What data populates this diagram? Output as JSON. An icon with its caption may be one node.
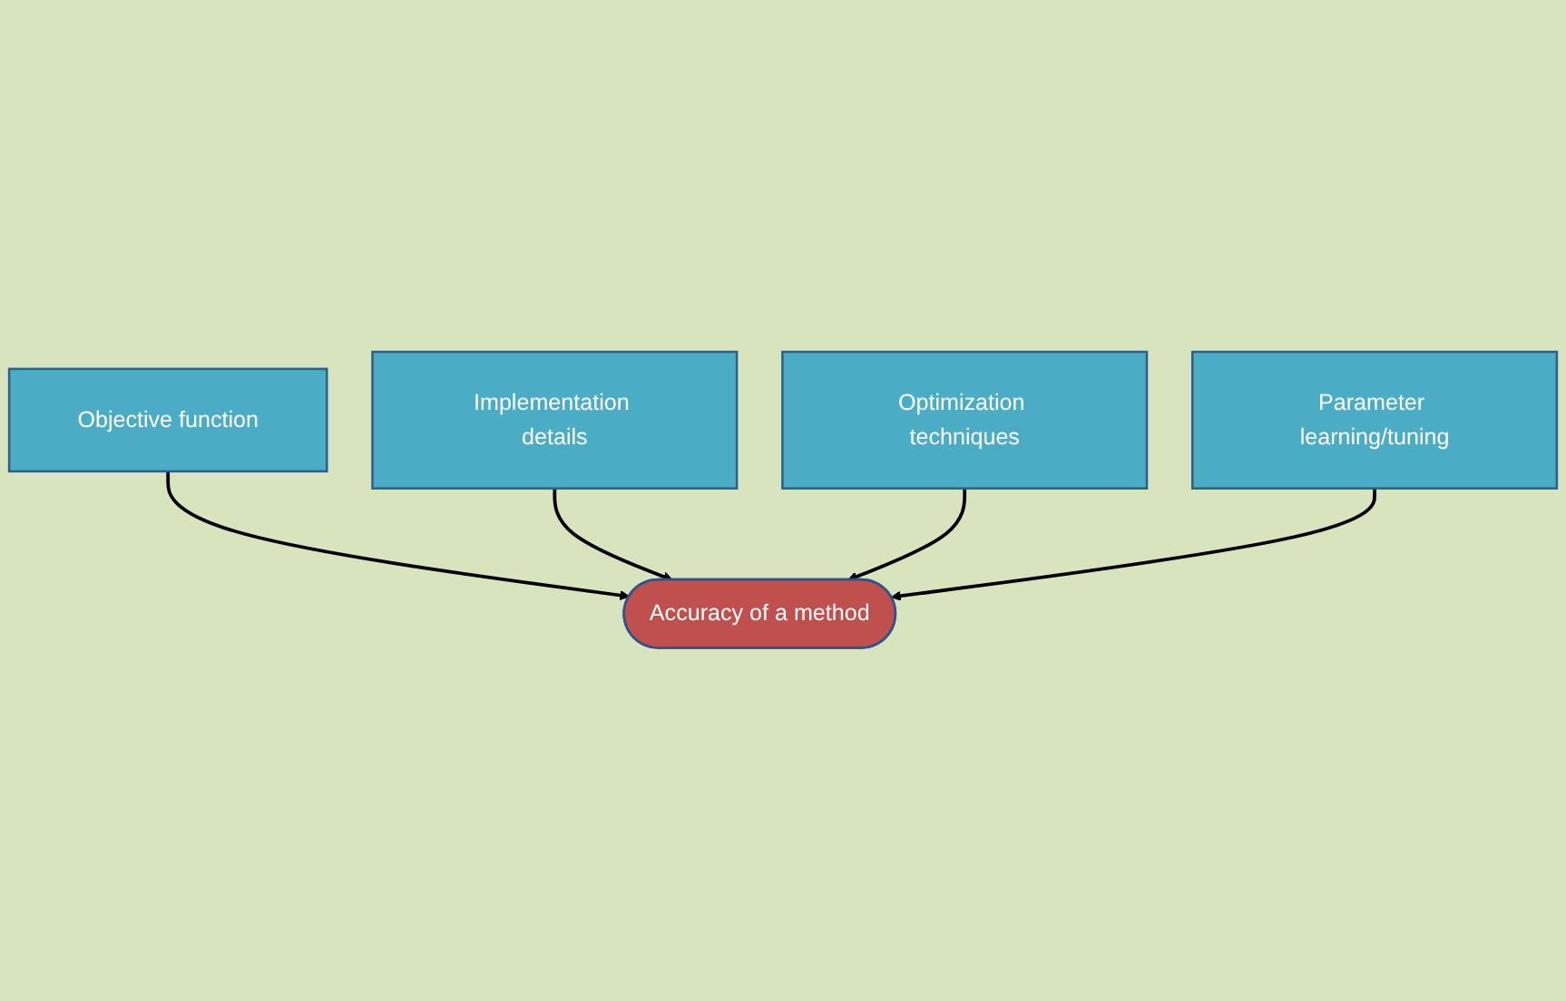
{
  "diagram": {
    "nodes": [
      {
        "text": [
          "Objective function"
        ]
      },
      {
        "text": [
          "Implementation details"
        ]
      },
      {
        "text": [
          "Accuracy of a method"
        ]
      },
      {
        "text": [
          "Optimization techniques"
        ]
      },
      {
        "text": [
          "Parameter learning/tuning"
        ]
      }
    ],
    "edges": [
      {
        "from": 0,
        "to": 2,
        "arrow": "to"
      },
      {
        "from": 1,
        "to": 2,
        "arrow": "to"
      },
      {
        "from": 3,
        "to": 2,
        "arrow": "to"
      },
      {
        "from": 4,
        "to": 2,
        "arrow": "to"
      }
    ]
  }
}
